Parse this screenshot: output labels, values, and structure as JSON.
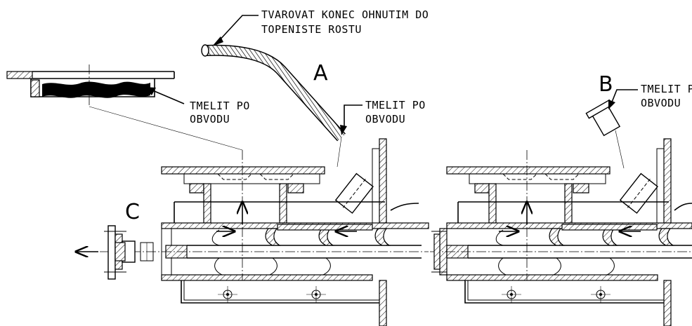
{
  "annotations": {
    "shape_end": [
      "TVAROVAT KONEC OHNUTIM DO",
      "TOPENISTE ROSTU"
    ],
    "seal_left": [
      "TMELIT PO",
      "OBVODU"
    ],
    "seal_pipe": [
      "TMELIT PO",
      "OBVODU"
    ],
    "seal_plug": [
      "TMELIT PO",
      "OBVODU"
    ]
  },
  "views": {
    "a": "A",
    "b": "B",
    "c": "C"
  },
  "colors": {
    "line": "#000000",
    "background": "#ffffff"
  }
}
